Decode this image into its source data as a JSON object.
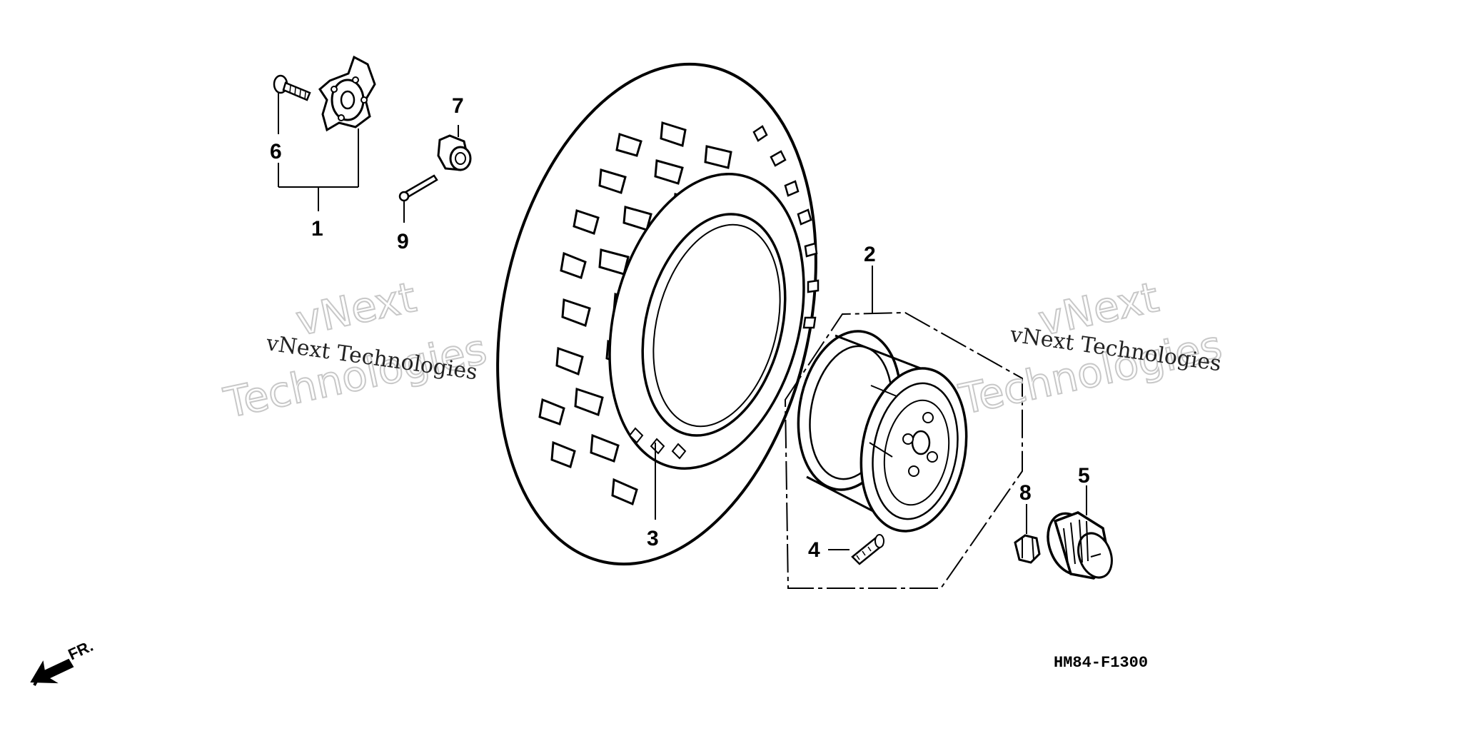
{
  "callouts": {
    "p1": "1",
    "p2": "2",
    "p3": "3",
    "p4": "4",
    "p5": "5",
    "p6": "6",
    "p7": "7",
    "p8": "8",
    "p9": "9"
  },
  "watermarks": {
    "left_small": "vNext Technologies",
    "left_big_1": "vNext",
    "left_big_2": "Technologies",
    "right_small": "vNext Technologies",
    "right_big_1": "vNext",
    "right_big_2": "Technologies"
  },
  "diagram_code": "HM84-F1300",
  "front_label": "FR.",
  "icons": {
    "front_arrow": "front-direction-arrow-icon"
  }
}
